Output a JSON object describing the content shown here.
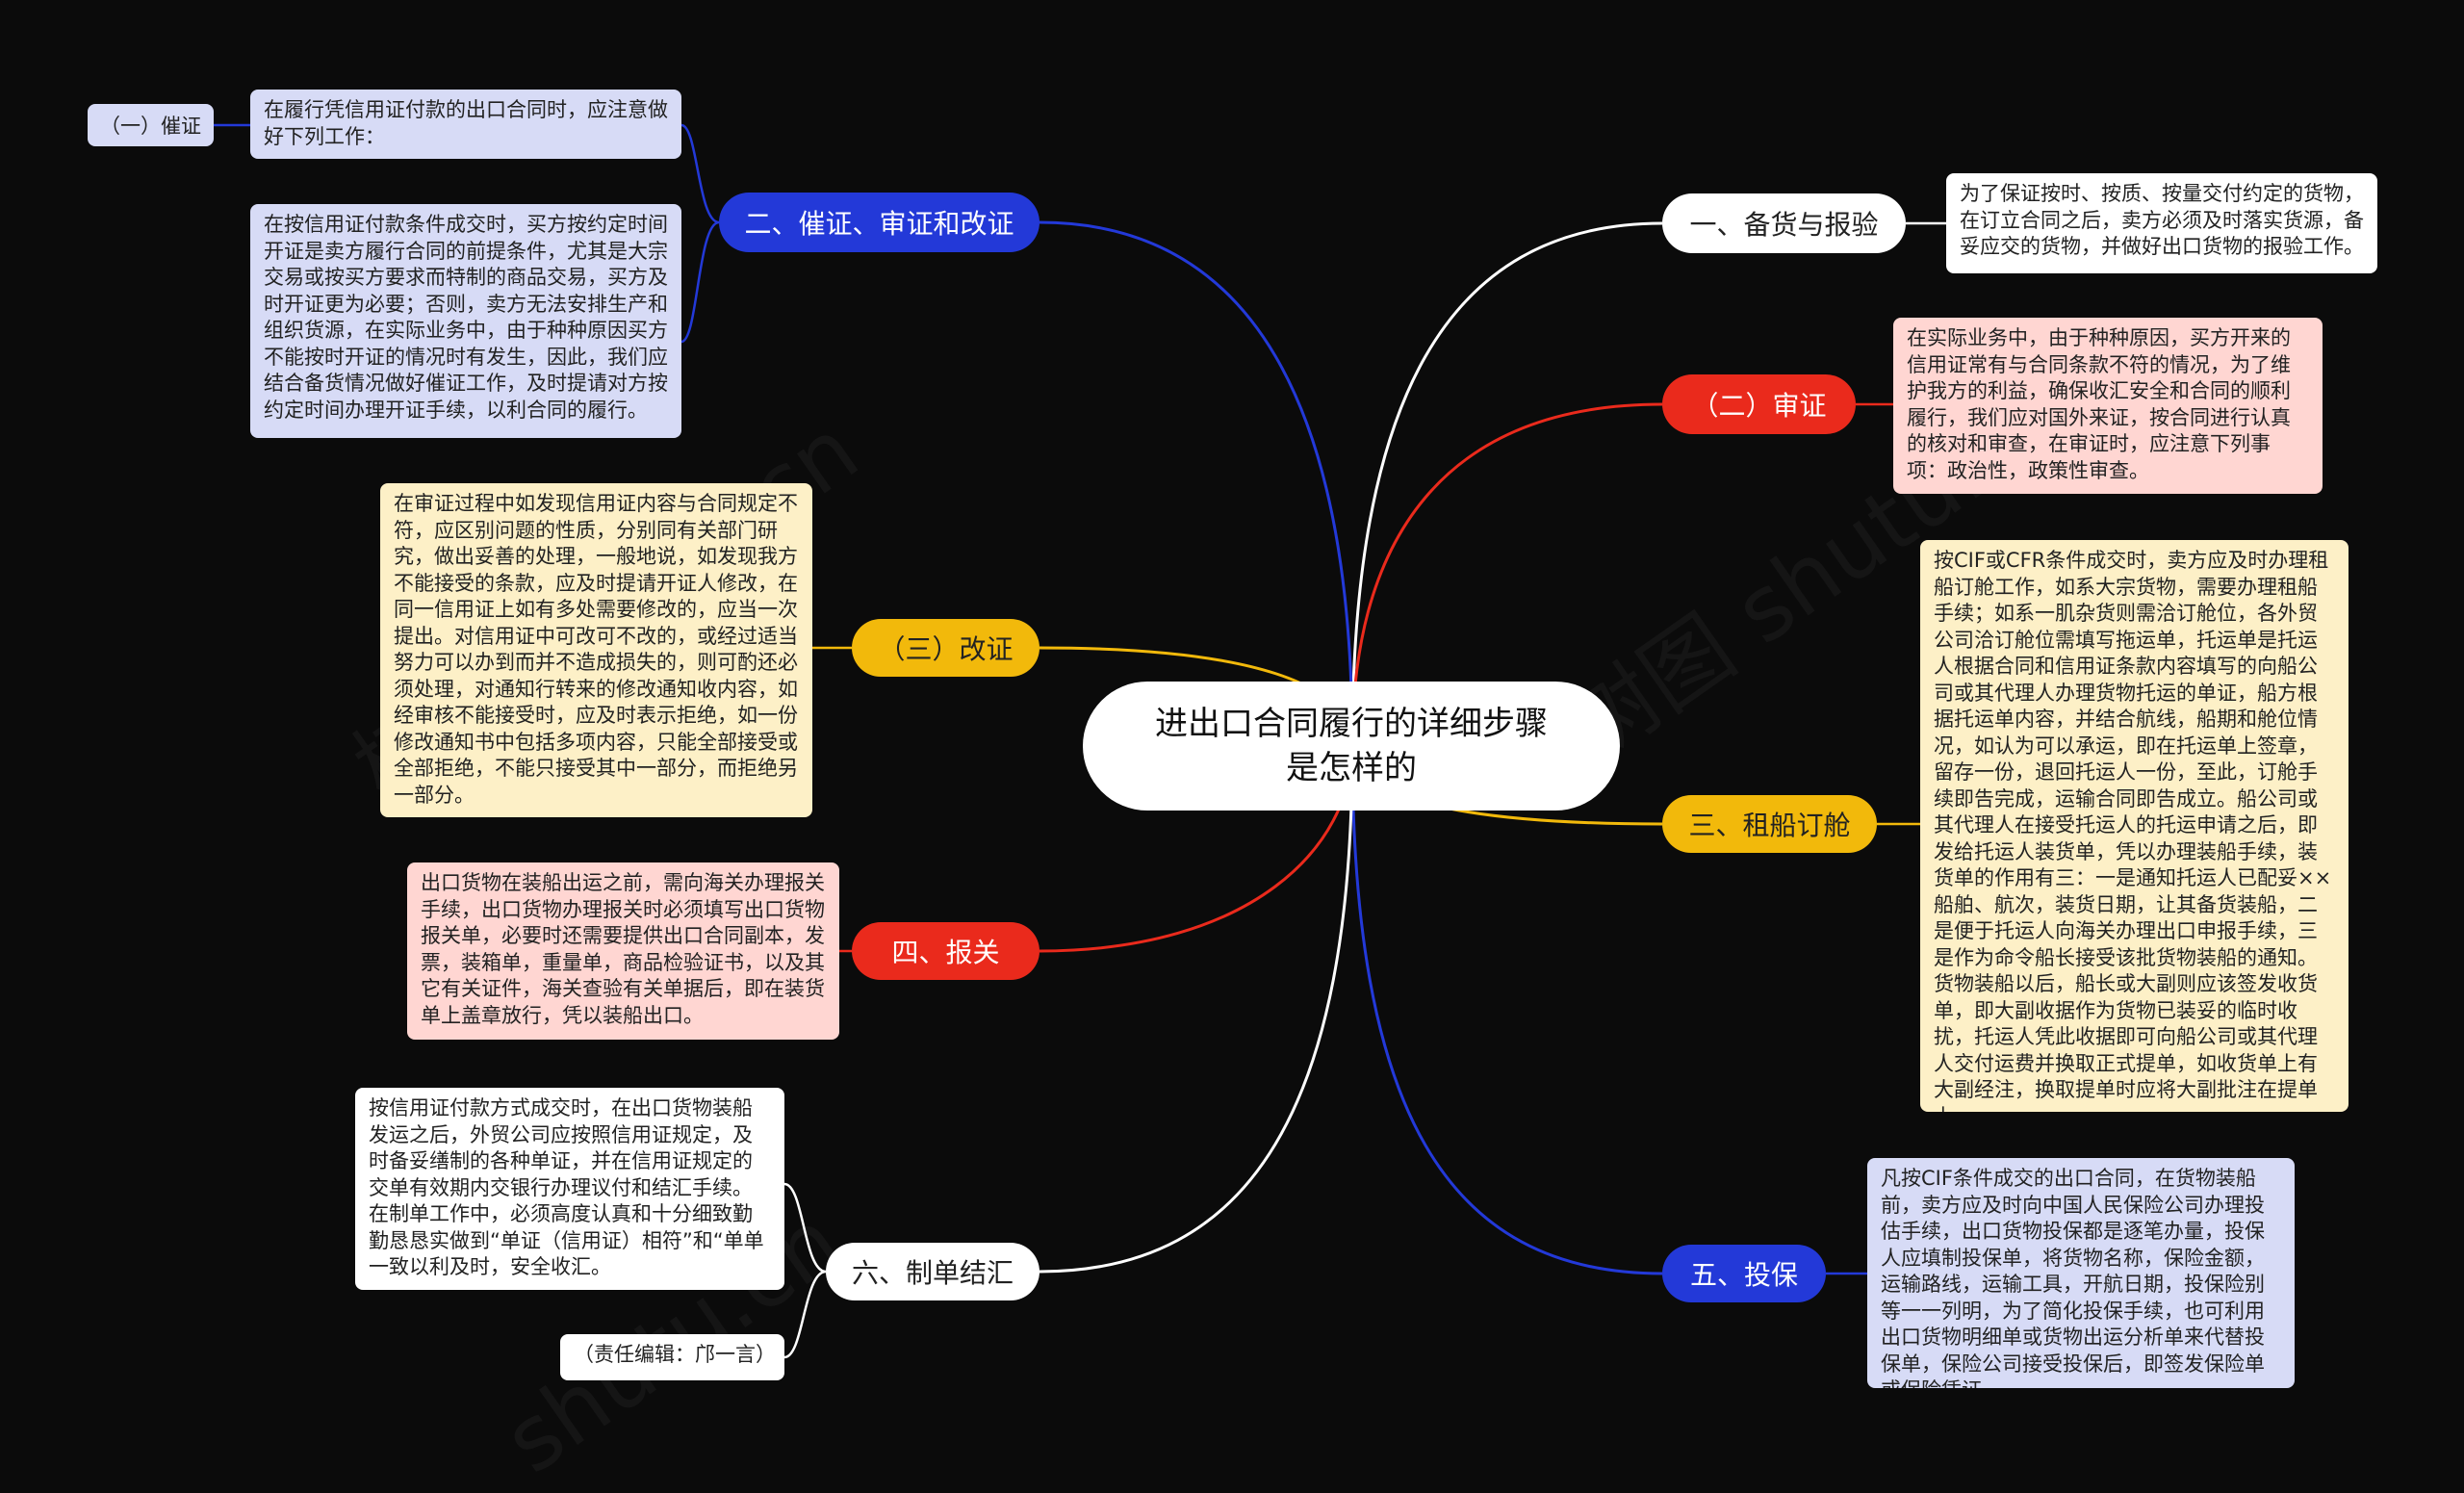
{
  "central_topic": "进出口合同履行的详细步骤是怎样的",
  "colors": {
    "blue": "#2339d8",
    "red": "#ea2a1c",
    "yellow": "#f2b90b",
    "white": "#ffffff",
    "background": "#0b0b0b"
  },
  "right_branches": [
    {
      "label": "一、备货与报验",
      "text": "为了保证按时、按质、按量交付约定的货物，在订立合同之后，卖方必须及时落实货源，备妥应交的货物，并做好出口货物的报验工作。"
    },
    {
      "label": "（二）审证",
      "text": "在实际业务中，由于种种原因，买方开来的信用证常有与合同条款不符的情况，为了维护我方的利益，确保收汇安全和合同的顺利履行，我们应对国外来证，按合同进行认真的核对和审查，在审证时，应注意下列事项：政治性，政策性审查。"
    },
    {
      "label": "三、租船订舱",
      "text": "按CIF或CFR条件成交时，卖方应及时办理租船订舱工作，如系大宗货物，需要办理租船手续；如系一肌杂货则需洽订舱位，各外贸公司洽订舱位需填写拖运单，托运单是托运人根据合同和信用证条款内容填写的向船公司或其代理人办理货物托运的单证，船方根据托运单内容，并结合航线，船期和舱位情况，如认为可以承运，即在托运单上签章，留存一份，退回托运人一份，至此，订舱手续即告完成，运输合同即告成立。船公司或其代理人在接受托运人的托运申请之后，即发给托运人装货单，凭以办理装船手续，装货单的作用有三：一是通知托运人已配妥××船舶、航次，装货日期，让其备货装船，二是便于托运人向海关办理出口申报手续，三是作为命令船长接受该批货物装船的通知。货物装船以后，船长或大副则应该签发收货单，即大副收据作为货物已装妥的临时收扰，托运人凭此收据即可向船公司或其代理人交付运费并换取正式提单，如收货单上有大副经注，换取提单时应将大副批注在提单上。"
    },
    {
      "label": "五、投保",
      "text": "凡按CIF条件成交的出口合同，在货物装船前，卖方应及时向中国人民保险公司办理投估手续，出口货物投保都是逐笔办量，投保人应填制投保单，将货物名称，保险金额，运输路线，运输工具，开航日期，投保险别等一一列明，为了简化投保手续，也可利用出口货物明细单或货物出运分析单来代替投保单，保险公司接受投保后，即签发保险单或保险凭证。"
    }
  ],
  "left_branches": [
    {
      "label": "二、催证、审证和改证",
      "notes": [
        "在履行凭信用证付款的出口合同时，应注意做好下列工作：",
        "在按信用证付款条件成交时，买方按约定时间开证是卖方履行合同的前提条件，尤其是大宗交易或按买方要求而特制的商品交易，买方及时开证更为必要；否则，卖方无法安排生产和组织货源，在实际业务中，由于种种原因买方不能按时开证的情况时有发生，因此，我们应结合备货情况做好催证工作，及时提请对方按约定时间办理开证手续，以利合同的履行。"
      ],
      "sub_label": "（一）催证"
    },
    {
      "label": "（三）改证",
      "text": "在审证过程中如发现信用证内容与合同规定不符，应区别问题的性质，分别同有关部门研究，做出妥善的处理，一般地说，如发现我方不能接受的条款，应及时提请开证人修改，在同一信用证上如有多处需要修改的，应当一次提出。对信用证中可改可不改的，或经过适当努力可以办到而并不造成损失的，则可酌还必须处理，对通知行转来的修改通知收内容，如经审核不能接受时，应及时表示拒绝，如一份修改通知书中包括多项内容，只能全部接受或全部拒绝，不能只接受其中一部分，而拒绝另一部分。"
    },
    {
      "label": "四、报关",
      "text": "出口货物在装船出运之前，需向海关办理报关手续，出口货物办理报关时必须填写出口货物报关单，必要时还需要提供出口合同副本，发票，装箱单，重量单，商品检验证书，以及其它有关证件，海关查验有关单据后，即在装货单上盖章放行，凭以装船出口。"
    },
    {
      "label": "六、制单结汇",
      "text": "按信用证付款方式成交时，在出口货物装船发运之后，外贸公司应按照信用证规定，及时备妥缮制的各种单证，并在信用证规定的交单有效期内交银行办理议付和结汇手续。在制单工作中，必须高度认真和十分细致勤勤恳恳实做到“单证（信用证）相符”和“单单一致以利及时，安全收汇。",
      "editor": "（责任编辑：邝一言）"
    }
  ],
  "watermarks": [
    "树图 shutu.cn",
    "树图 shutu.cn",
    "shutu.cn"
  ]
}
